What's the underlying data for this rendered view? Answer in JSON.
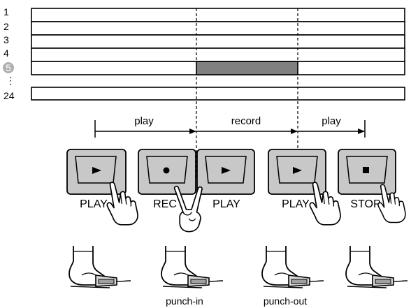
{
  "tracks": {
    "numbers": [
      "1",
      "2",
      "3",
      "4",
      "5",
      "24"
    ],
    "selected": "5",
    "ellipsis": "⋮",
    "record_region_color": "#808080",
    "selected_badge_color": "#b0b0b0"
  },
  "timeline": {
    "segments": [
      "play",
      "record",
      "play"
    ]
  },
  "buttons": [
    {
      "label": "PLAY",
      "icon": "play-icon"
    },
    {
      "label": "REC",
      "icon": "record-dot-icon"
    },
    {
      "label": "PLAY",
      "icon": "play-icon"
    },
    {
      "label": "PLAY",
      "icon": "play-icon"
    },
    {
      "label": "STOP",
      "icon": "stop-icon"
    }
  ],
  "button_color": "#c8c8c8",
  "pedals": {
    "labels": [
      "punch-in",
      "punch-out"
    ]
  }
}
